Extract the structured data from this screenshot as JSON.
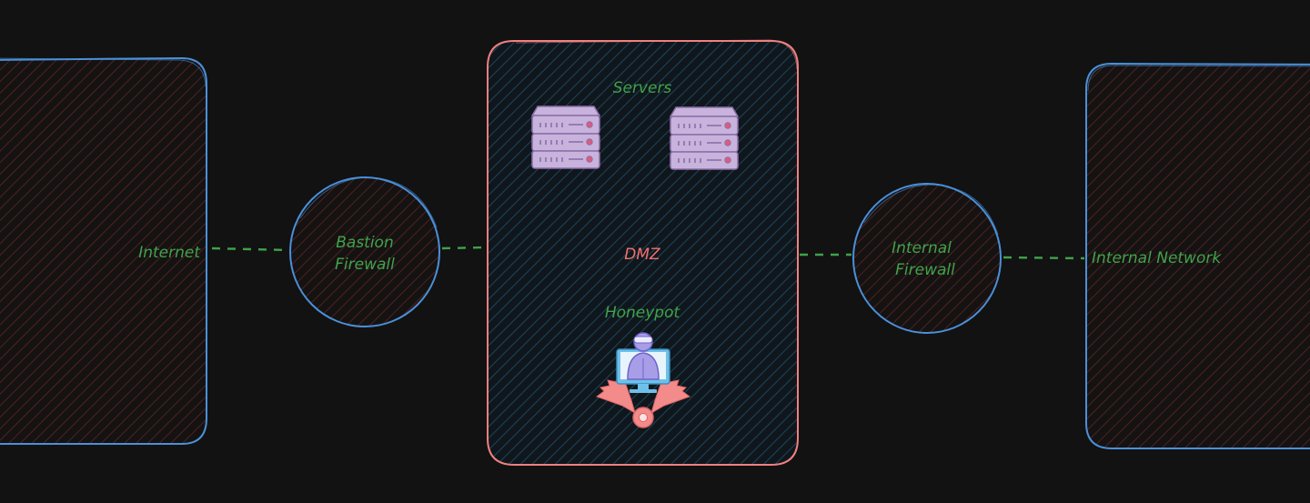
{
  "diagram": {
    "nodes": {
      "internet": {
        "label": "Internet"
      },
      "bastion_firewall": {
        "label_line1": "Bastion",
        "label_line2": "Firewall"
      },
      "dmz": {
        "label": "DMZ",
        "servers_label": "Servers",
        "honeypot_label": "Honeypot"
      },
      "internal_firewall": {
        "label_line1": "Internal",
        "label_line2": "Firewall"
      },
      "internal_network": {
        "label": "Internal Network"
      }
    },
    "colors": {
      "background": "#121212",
      "zone_border_blue": "#4a90d9",
      "dmz_border": "#f08080",
      "label_green": "#40a24a",
      "dmz_label": "#f07070",
      "server_fill": "#c7b3dc",
      "server_stroke": "#8d6ea8",
      "honeypot_accent": "#f38b8b",
      "connector": "#40a24a"
    },
    "icons": [
      "server-icon",
      "server-icon",
      "honeypot-icon"
    ]
  }
}
